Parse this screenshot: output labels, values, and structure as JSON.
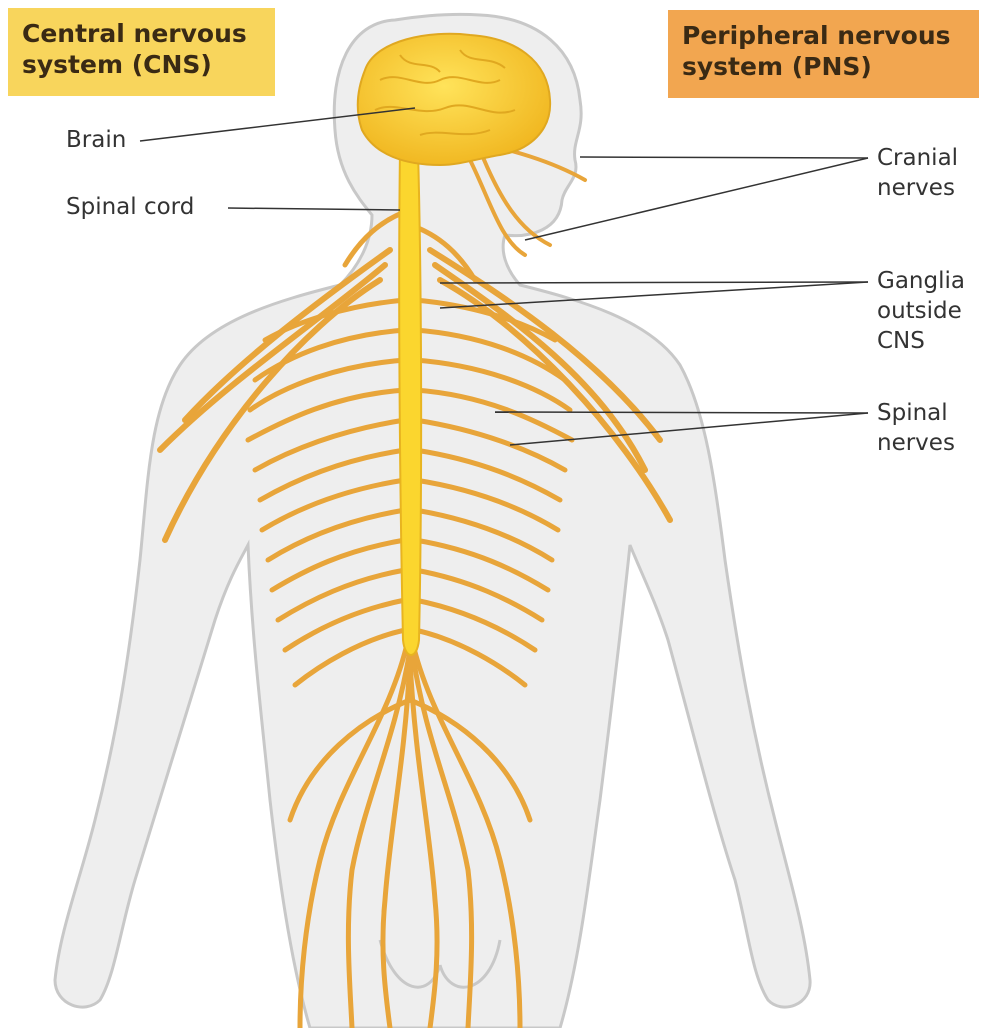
{
  "boxes": {
    "cns": {
      "text": "Central nervous\nsystem (CNS)",
      "color": "#f8d55c"
    },
    "pns": {
      "text": "Peripheral nervous\nsystem (PNS)",
      "color": "#f2a650"
    }
  },
  "labels": {
    "brain": "Brain",
    "spinal_cord": "Spinal cord",
    "cranial_nerves": "Cranial\nnerves",
    "ganglia": "Ganglia\noutside\nCNS",
    "spinal_nerves": "Spinal\nnerves"
  },
  "colors": {
    "body_fill": "#eeeeee",
    "body_outline": "#c8c8c8",
    "cns": "#fbd62e",
    "nerve": "#e8a53a",
    "leader": "#333333"
  }
}
